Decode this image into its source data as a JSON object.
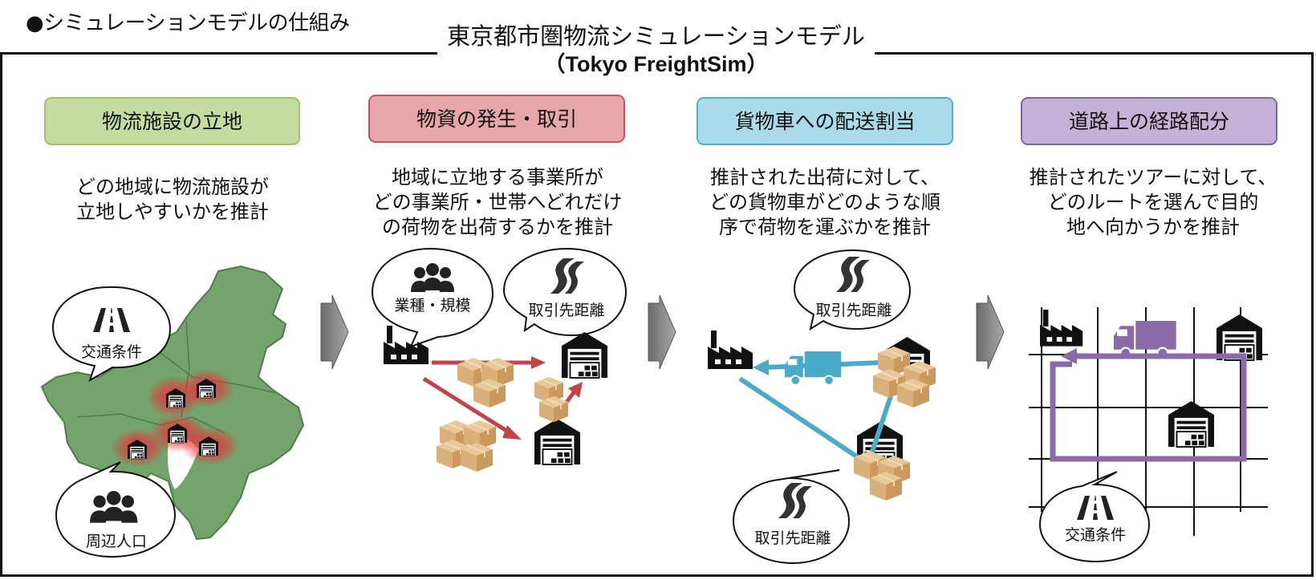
{
  "header": {
    "section_title": "●シミュレーションモデルの仕組み"
  },
  "title": {
    "main": "東京都市圏物流シミュレーションモデル",
    "sub": "（Tokyo FreightSim）"
  },
  "steps": [
    {
      "label": "物流施設の立地",
      "fill": "#c5dca0",
      "border": "#9dc36b",
      "description": [
        "どの地域に物流施設が",
        "立地しやすいかを推計"
      ]
    },
    {
      "label": "物資の発生・取引",
      "fill": "#e7a6a9",
      "border": "#c9545b",
      "description": [
        "地域に立地する事業所が",
        "どの事業所・世帯へどれだけ",
        "の荷物を出荷するかを推計"
      ]
    },
    {
      "label": "貨物車への配送割当",
      "fill": "#a9dbea",
      "border": "#4fb0cc",
      "description": [
        "推計された出荷に対して、",
        "どの貨物車がどのような順",
        "序で荷物を運ぶかを推計"
      ]
    },
    {
      "label": "道路上の経路配分",
      "fill": "#c3b2d6",
      "border": "#8064a2",
      "description": [
        "推計されたツアーに対して、",
        "どのルートを選んで目的",
        "地へ向かうかを推計"
      ]
    }
  ],
  "bubbles": {
    "traffic_1": "交通条件",
    "population": "周辺人口",
    "industry": "業種・規模",
    "distance_1": "取引先距離",
    "distance_2": "取引先距離",
    "distance_3": "取引先距離",
    "traffic_2": "交通条件"
  },
  "icons": [
    "road-icon",
    "people-icon",
    "curved-road-icon",
    "factory-icon",
    "warehouse-icon",
    "box-icon",
    "truck-icon",
    "arrow-right-icon"
  ],
  "colors": {
    "map_green": "#72a46c",
    "flow_red": "#c0454b",
    "flow_blue": "#4aabc8",
    "route_purple": "#8a6aa8",
    "box_tan": "#d9b07a",
    "hotspot": "#e8323a"
  }
}
